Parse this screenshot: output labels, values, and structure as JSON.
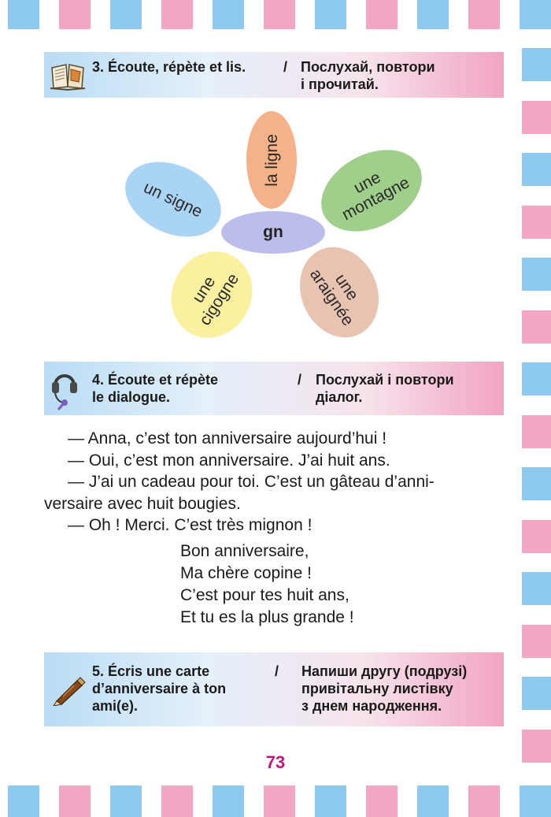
{
  "exercise3": {
    "fr": "3. Écoute, répète et lis.",
    "slash": "/",
    "ua": "Послухай, повтори\nі прочитай.",
    "icon": "open-book-icon"
  },
  "flower": {
    "center": "gn",
    "petals": [
      {
        "text": "la ligne",
        "color": "#f5b289"
      },
      {
        "text": "une\nmontagne",
        "color": "#9fcf8a"
      },
      {
        "text": "une\naraignée",
        "color": "#e8c3b1"
      },
      {
        "text": "une\ncigogne",
        "color": "#fbf0a0"
      },
      {
        "text": "un signe",
        "color": "#a9d4f3"
      }
    ]
  },
  "exercise4": {
    "fr": "4. Écoute et répète\n     le dialogue.",
    "slash": "/",
    "ua": "Послухай і повтори\nдіалог.",
    "icon": "headset-microphone-icon"
  },
  "dialogue": {
    "lines": [
      "— Anna, c’est ton anniversaire aujourd’hui !",
      "— Oui, c’est mon anniversaire. J’ai huit ans.",
      "— J’ai un cadeau pour toi. C’est un gâteau d’anni-",
      "versaire avec huit bougies.",
      "— Oh ! Merci. C’est très mignon !"
    ]
  },
  "poem": {
    "lines": [
      "Bon anniversaire,",
      "Ma chère copine !",
      "C’est pour tes huit ans,",
      "Et tu es la plus grande !"
    ]
  },
  "exercise5": {
    "fr": "5. Écris une carte\nd’anniversaire à ton\nami(e).",
    "slash": "/",
    "ua": "Напиши другу (подрузі)\nпривітальну листівку\nз днем народження.",
    "icon": "pen-icon"
  },
  "page_number": "73",
  "colors": {
    "border_blue": "#8ec9ef",
    "border_pink": "#f2a6c4",
    "page_number": "#c0157a"
  }
}
